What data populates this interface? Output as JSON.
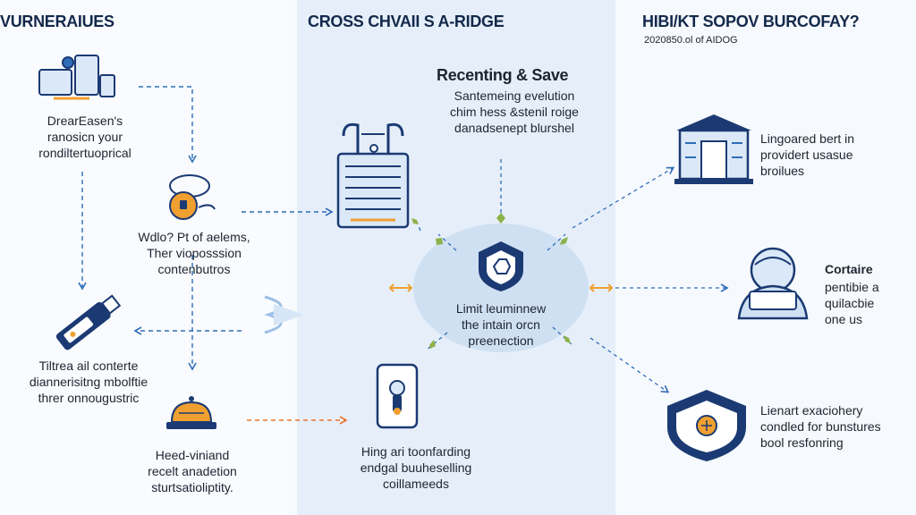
{
  "left": {
    "title": "VURNERAIUES",
    "nodes": [
      {
        "icon": "machinery-icon",
        "label": "DrearEasen's\nranosicn your\nrondiltertuoprical"
      },
      {
        "icon": "lock-gear-icon",
        "label": "Wdlo? Pt of aelems,\nTher vioposssion\ncontenbutros"
      },
      {
        "icon": "usb-device-icon",
        "label": "Tiltrea ail conterte\ndiannerisitng mbolftie\nthrer onnougustric"
      },
      {
        "icon": "alarm-bell-icon",
        "label": "Heed-viniand\nrecelt anadetion\nsturtsatioliptity."
      }
    ]
  },
  "middle": {
    "title": "CROSS CHVAII S A-RIDGE",
    "subtitle": "Recenting & Save",
    "description": "Santemeing evelution\nchim hess &stenil roige\ndanadsenept blurshel",
    "hub_label": "Limit leuminnew\nthe intain orcn\npreenection",
    "bottom_label": "Hing ari toonfarding\nendgal buuheselling\ncoillameeds",
    "icons": [
      "server-rack-icon",
      "shield-icon",
      "usb-key-icon",
      "beacon-icon"
    ]
  },
  "right": {
    "title": "HIBI/KT SOPOV BURCOFAY?",
    "subtitle": "2020850.ol of AIDOG",
    "nodes": [
      {
        "icon": "bank-icon",
        "title": "",
        "label": "Lingoared bert in\nprovidert usasue\nbroilues"
      },
      {
        "icon": "operator-icon",
        "title": "Cortaire",
        "label": "pentibie a\nquilacbie\none us"
      },
      {
        "icon": "badge-shield-icon",
        "title": "",
        "label": "Lienart exaciohery\ncondled for bunstures\nbool resfonring"
      }
    ]
  },
  "colors": {
    "navy": "#1b3a73",
    "blue": "#2f6db8",
    "orange": "#f0a030",
    "green": "#8db24a",
    "hub": "#cfe0f3"
  }
}
